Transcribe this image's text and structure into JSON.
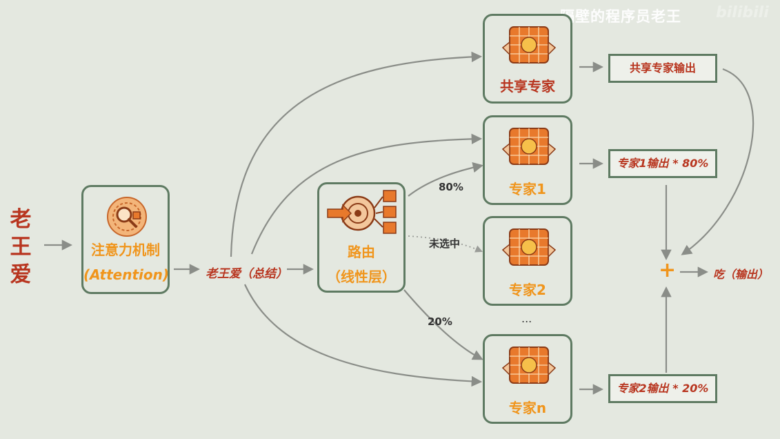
{
  "watermark": "隔壁的程序员老王",
  "watermark_logo": "bilibili",
  "input": "老\n王\n爱",
  "attention": {
    "label": "注意力机制",
    "sub": "(Attention)"
  },
  "summary": "老王爱（总结）",
  "router": {
    "label": "路由",
    "sub": "（线性层）"
  },
  "experts": {
    "shared": "共享专家",
    "e1": "专家1",
    "e2": "专家2",
    "en": "专家n",
    "dots": "..."
  },
  "weights": {
    "w80": "80%",
    "unselected": "未选中",
    "w20": "20%"
  },
  "outputs": {
    "shared": "共享专家输出",
    "e1": "专家1输出 * 80%",
    "e2": "专家2输出 * 20%"
  },
  "sum_symbol": "+",
  "final_output": "吃（输出）",
  "colors": {
    "accent": "#f0951c",
    "text_red": "#b8351f",
    "border": "#5e7a62",
    "arrow": "#8a8d88"
  }
}
